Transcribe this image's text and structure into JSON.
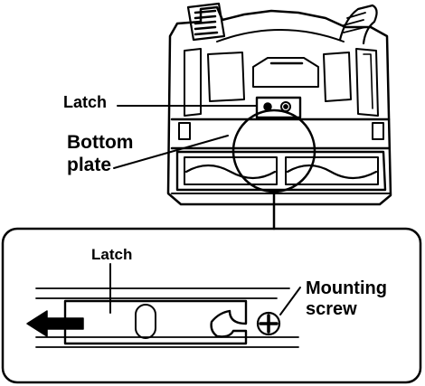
{
  "labels": {
    "latch_top": "Latch",
    "bottom": "Bottom",
    "plate": "plate",
    "latch_detail": "Latch",
    "mounting": "Mounting",
    "screw": "screw"
  },
  "colors": {
    "ink": "#000000",
    "paper": "#ffffff"
  }
}
